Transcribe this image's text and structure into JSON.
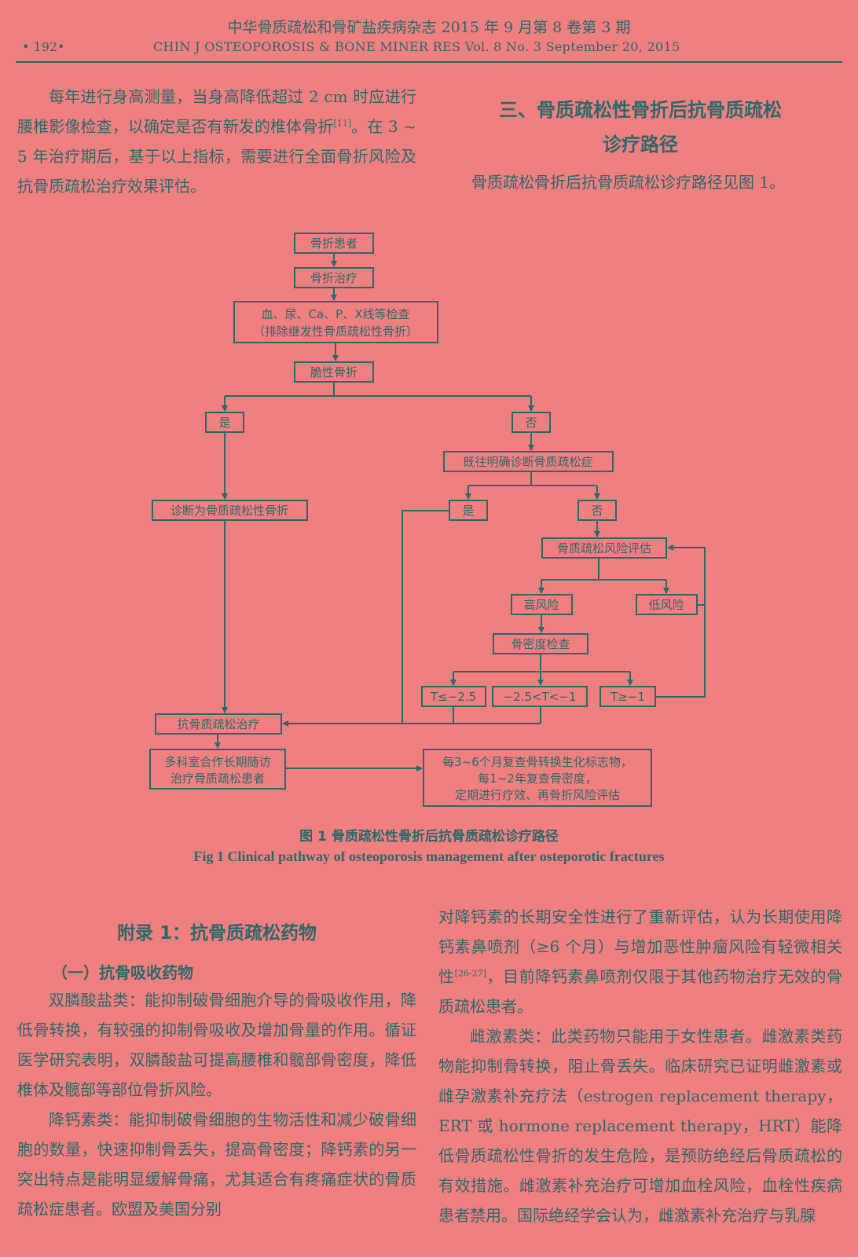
{
  "header": {
    "journal_cn": "中华骨质疏松和骨矿盐疾病杂志   2015 年 9 月第 8 卷第 3 期",
    "page_no": "• 192•",
    "journal_en": "CHIN J OSTEOPOROSIS & BONE MINER RES   Vol. 8   No. 3   September 20, 2015"
  },
  "top_left": {
    "text_before_ref": "每年进行身高测量，当身高降低超过 2 cm 时应进行腰椎影像检查，以确定是否有新发的椎体骨折",
    "ref": "[11]",
    "text_after_ref": "。在 3 ~ 5 年治疗期后，基于以上指标，需要进行全面骨折风险及抗骨质疏松治疗效果评估。"
  },
  "section3": {
    "title_line1": "三、骨质疏松性骨折后抗骨质疏松",
    "title_line2": "诊疗路径",
    "text": "骨质疏松骨折后抗骨质疏松诊疗路径见图 1。"
  },
  "flowchart": {
    "fracture_patient": "骨折患者",
    "fracture_treatment": "骨折治疗",
    "exam_line1": "血、尿、Ca、P、X线等检查",
    "exam_line2": "（排除继发性骨质疏松性骨折）",
    "fragility_fracture": "脆性骨折",
    "yes": "是",
    "no": "否",
    "diagnosed_before": "既往明确诊断骨质疏松症",
    "diagnose_op_fracture": "诊断为骨质疏松性骨折",
    "yes2": "是",
    "no2": "否",
    "risk_assessment": "骨质疏松风险评估",
    "high_risk": "高风险",
    "low_risk": "低风险",
    "bmd_exam": "骨密度检查",
    "t_low": "T≤−2.5",
    "t_mid": "−2.5<T<−1",
    "t_high": "T≥−1",
    "anti_op_treatment": "抗骨质疏松治疗",
    "followup_line1": "多科室合作长期随访",
    "followup_line2": "治疗骨质疏松患者",
    "monitor_line1": "每3~6个月复查骨转换生化标志物，",
    "monitor_line2": "每1~2年复查骨密度，",
    "monitor_line3": "定期进行疗效、再骨折风险评估"
  },
  "caption": {
    "cn": "图 1   骨质疏松性骨折后抗骨质疏松诊疗路径",
    "en": "Fig 1   Clinical pathway of osteoporosis management after osteporotic fractures"
  },
  "appendix": {
    "title": "附录 1：抗骨质疏松药物",
    "subtitle": "（一）抗骨吸收药物",
    "p1": "双膦酸盐类：能抑制破骨细胞介导的骨吸收作用，降低骨转换，有较强的抑制骨吸收及增加骨量的作用。循证医学研究表明，双膦酸盐可提高腰椎和髋部骨密度，降低椎体及髋部等部位骨折风险。",
    "p2": "降钙素类：能抑制破骨细胞的生物活性和减少破骨细胞的数量，快速抑制骨丢失，提高骨密度；降钙素的另一突出特点是能明显缓解骨痛，尤其适合有疼痛症状的骨质疏松症患者。欧盟及美国分别",
    "r1_before_ref": "对降钙素的长期安全性进行了重新评估，认为长期使用降钙素鼻喷剂（≥6 个月）与增加恶性肿瘤风险有轻微相关性",
    "r1_ref": "[26-27]",
    "r1_after_ref": "，目前降钙素鼻喷剂仅限于其他药物治疗无效的骨质疏松患者。",
    "r2": "雌激素类：此类药物只能用于女性患者。雌激素类药物能抑制骨转换，阻止骨丢失。临床研究已证明雌激素或雌孕激素补充疗法（estrogen replacement therapy，ERT 或 hormone replacement therapy，HRT）能降低骨质疏松性骨折的发生危险，是预防绝经后骨质疏松的有效措施。雌激素补充治疗可增加血栓风险，血栓性疾病患者禁用。国际绝经学会认为，雌激素补充治疗与乳腺"
  }
}
